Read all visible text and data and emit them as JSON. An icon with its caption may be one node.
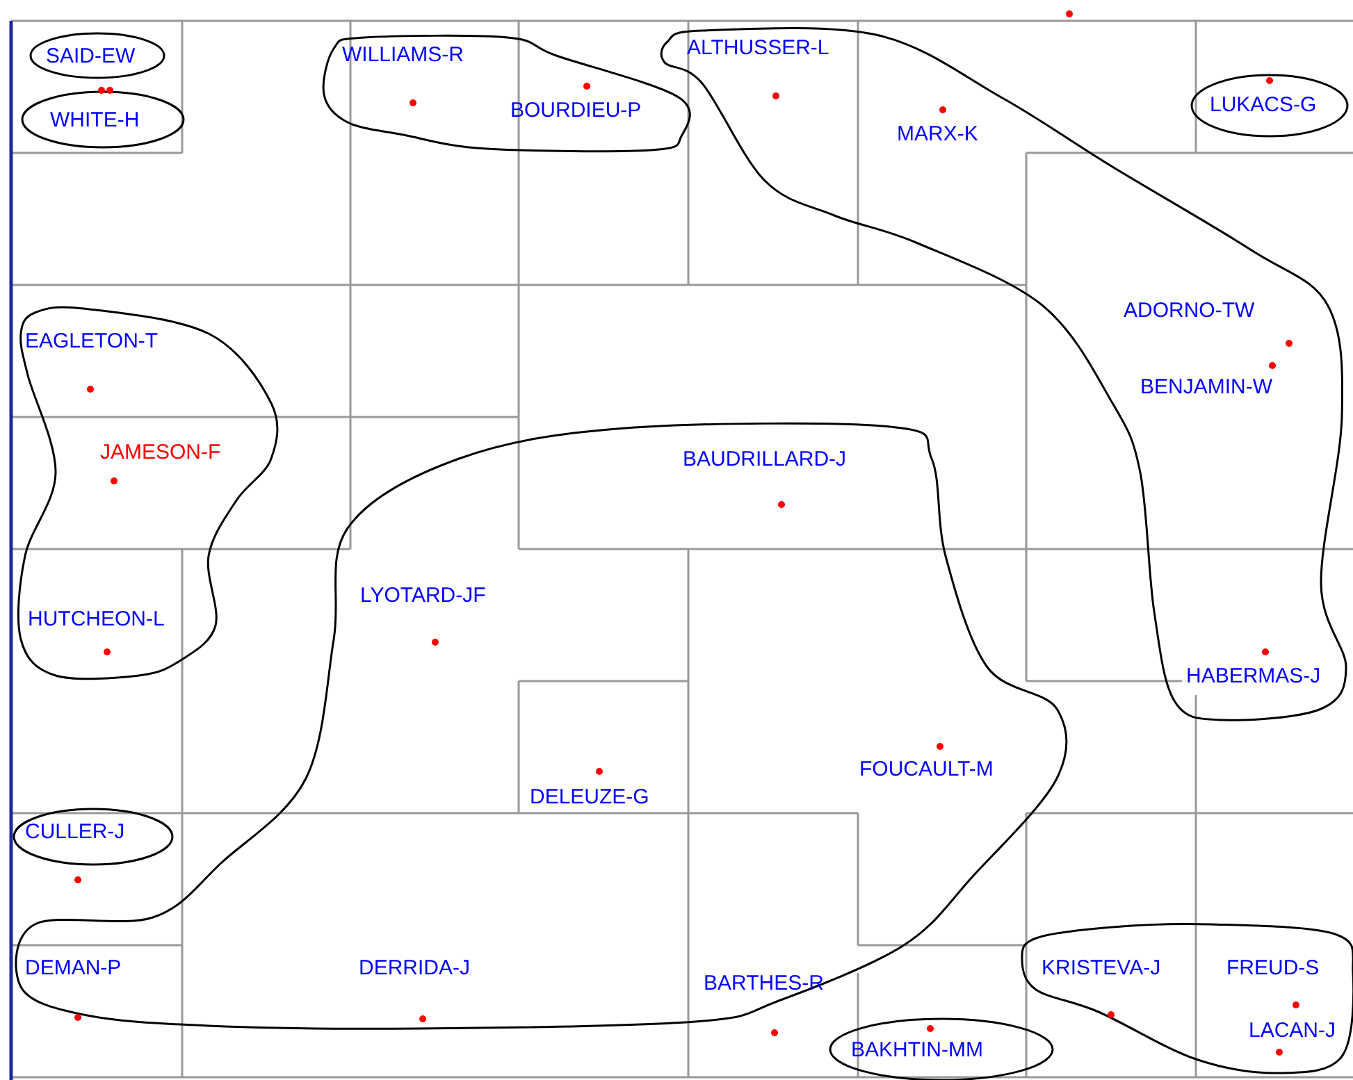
{
  "diagram": {
    "labels": [
      "SAID-EW",
      "WHITE-H",
      "WILLIAMS-R",
      "BOURDIEU-P",
      "ALTHUSSER-L",
      "MARX-K",
      "LUKACS-G",
      "ADORNO-TW",
      "BENJAMIN-W",
      "EAGLETON-T",
      "JAMESON-F",
      "BAUDRILLARD-J",
      "HUTCHEON-L",
      "LYOTARD-JF",
      "HABERMAS-J",
      "FOUCAULT-M",
      "DELEUZE-G",
      "CULLER-J",
      "DEMAN-P",
      "DERRIDA-J",
      "BARTHES-R",
      "KRISTEVA-J",
      "FREUD-S",
      "LACAN-J",
      "BAKHTIN-MM"
    ]
  }
}
